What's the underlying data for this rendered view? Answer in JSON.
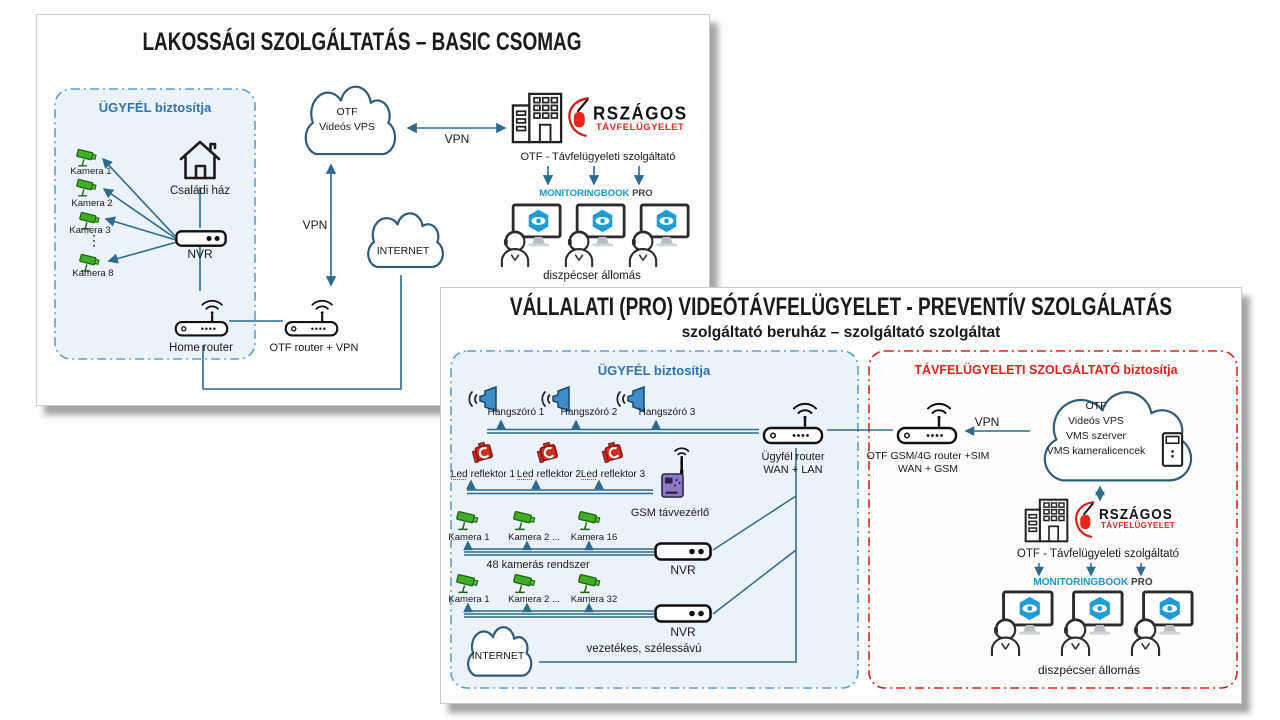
{
  "colors": {
    "accent_blue": "#2e74b5",
    "accent_red": "#e0231b",
    "wire_blue": "#2a6b8f",
    "camera_green": "#3fae25",
    "monitor_blue": "#1e9cd7",
    "gsm_purple": "#8f79c9"
  },
  "panel1": {
    "title": "LAKOSSÁGI SZOLGÁLTATÁS – BASIC CSOMAG",
    "customer_box_title": "ÜGYFÉL biztosítja",
    "cameras": [
      "Kamera 1",
      "Kamera 2",
      "Kamera 3",
      "Kamera 8"
    ],
    "camera_dots": "⋮",
    "house_label": "Családi ház",
    "nvr_label": "NVR",
    "home_router_label": "Home router",
    "otf_router_label": "OTF router + VPN",
    "vps_cloud": [
      "OTF",
      "Videós VPS"
    ],
    "vpn_h_label": "VPN",
    "vpn_v_label": "VPN",
    "internet_label": "INTERNET",
    "logo_text_black": "RSZÁGOS",
    "logo_text_red": "TÁVFELÜGYELET",
    "otf_caption": "OTF - Távfelügyeleti szolgáltató",
    "mb_brand": "MONITORINGBOOK",
    "mb_suffix": "PRO",
    "dispatcher_label": "diszpécser állomás"
  },
  "panel2": {
    "title": "VÁLLALATI (PRO) VIDEÓTÁVFELÜGYELET - PREVENTÍV SZOLGÁLATÁS",
    "subtitle": "szolgáltató beruház – szolgáltató szolgáltat",
    "customer_box_title": "ÜGYFÉL biztosítja",
    "provider_box_title": "TÁVFELÜGYELETI SZOLGÁLTATÓ biztosítja",
    "speakers": [
      "Hangszóró 1",
      "Hangszóró 2",
      "Hangszóró 3"
    ],
    "led_word": "Led",
    "led_rests": [
      "reflektor 1",
      "reflektor 2",
      "reflektor 3"
    ],
    "gsm_label": "GSM távvezérlő",
    "cam_row1": [
      "Kamera 1",
      "Kamera 2  ...",
      "Kamera 16"
    ],
    "cam_row2": [
      "Kamera 1",
      "Kamera 2  ...",
      "Kamera 32"
    ],
    "system_label": "48 kamerás rendszer",
    "nvr_label": "NVR",
    "internet_label": "INTERNET",
    "wired_label": "vezetékes, szélessávú",
    "customer_router_l1": "Ügyfél router",
    "customer_router_l2": "WAN + LAN",
    "otf_router_l1": "OTF GSM/4G router +SIM",
    "otf_router_l2": "WAN + GSM",
    "vpn_label": "VPN",
    "cloud_lines": [
      "OTF",
      "Videós VPS",
      "VMS szerver",
      "VMS kameralicencek"
    ],
    "logo_text_black": "RSZÁGOS",
    "logo_text_red": "TÁVFELÜGYELET",
    "otf_caption": "OTF - Távfelügyeleti szolgáltató",
    "mb_brand": "MONITORINGBOOK",
    "mb_suffix": "PRO",
    "dispatcher_label": "diszpécser állomás"
  }
}
